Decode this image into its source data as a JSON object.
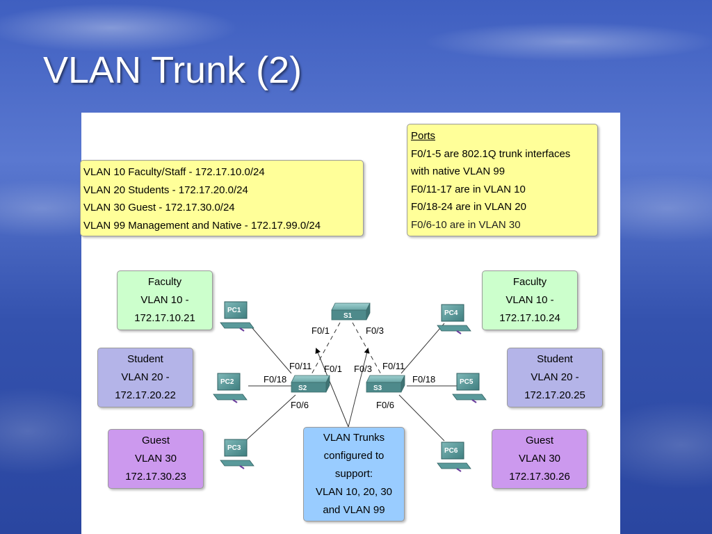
{
  "slide": {
    "title": "VLAN Trunk (2)"
  },
  "vlan_legend": {
    "lines": [
      "VLAN 10  Faculty/Staff - 172.17.10.0/24",
      "VLAN 20  Students - 172.17.20.0/24",
      "VLAN 30  Guest - 172.17.30.0/24",
      "VLAN 99  Management and Native - 172.17.99.0/24"
    ]
  },
  "ports_box": {
    "heading": "Ports",
    "lines": [
      "F0/1-5 are 802.1Q trunk interfaces",
      "with native VLAN 99",
      "F0/11-17 are in VLAN 10",
      "F0/18-24 are in VLAN 20",
      "F0/6-10 are in VLAN 30"
    ]
  },
  "groups": {
    "left_faculty": {
      "lines": [
        "Faculty",
        "VLAN 10 -",
        "172.17.10.21"
      ]
    },
    "left_student": {
      "lines": [
        "Student",
        "VLAN 20 -",
        "172.17.20.22"
      ]
    },
    "left_guest": {
      "lines": [
        "Guest",
        "VLAN 30",
        "172.17.30.23"
      ]
    },
    "right_faculty": {
      "lines": [
        "Faculty",
        "VLAN 10 -",
        "172.17.10.24"
      ]
    },
    "right_student": {
      "lines": [
        "Student",
        "VLAN 20 -",
        "172.17.20.25"
      ]
    },
    "right_guest": {
      "lines": [
        "Guest",
        "VLAN 30",
        "172.17.30.26"
      ]
    }
  },
  "trunks_note": {
    "lines": [
      "VLAN Trunks",
      "configured to",
      "support:",
      "VLAN 10, 20, 30",
      "and VLAN 99"
    ]
  },
  "devices": {
    "switches": [
      "S1",
      "S2",
      "S3"
    ],
    "pcs": [
      "PC1",
      "PC2",
      "PC3",
      "PC4",
      "PC5",
      "PC6"
    ]
  },
  "port_labels": {
    "s1_left": "F0/1",
    "s1_right": "F0/3",
    "s2_up_pc": "F0/11",
    "s2_up_trunk": "F0/1",
    "s2_left": "F0/18",
    "s2_down": "F0/6",
    "s3_up_trunk": "F0/3",
    "s3_up_pc": "F0/11",
    "s3_right": "F0/18",
    "s3_down": "F0/6"
  },
  "colors": {
    "legend": "#ffff99",
    "faculty": "#ccffcc",
    "student": "#b4b4e8",
    "guest": "#cc99ee",
    "trunk_note": "#99ccff",
    "device": "#5a9494"
  }
}
